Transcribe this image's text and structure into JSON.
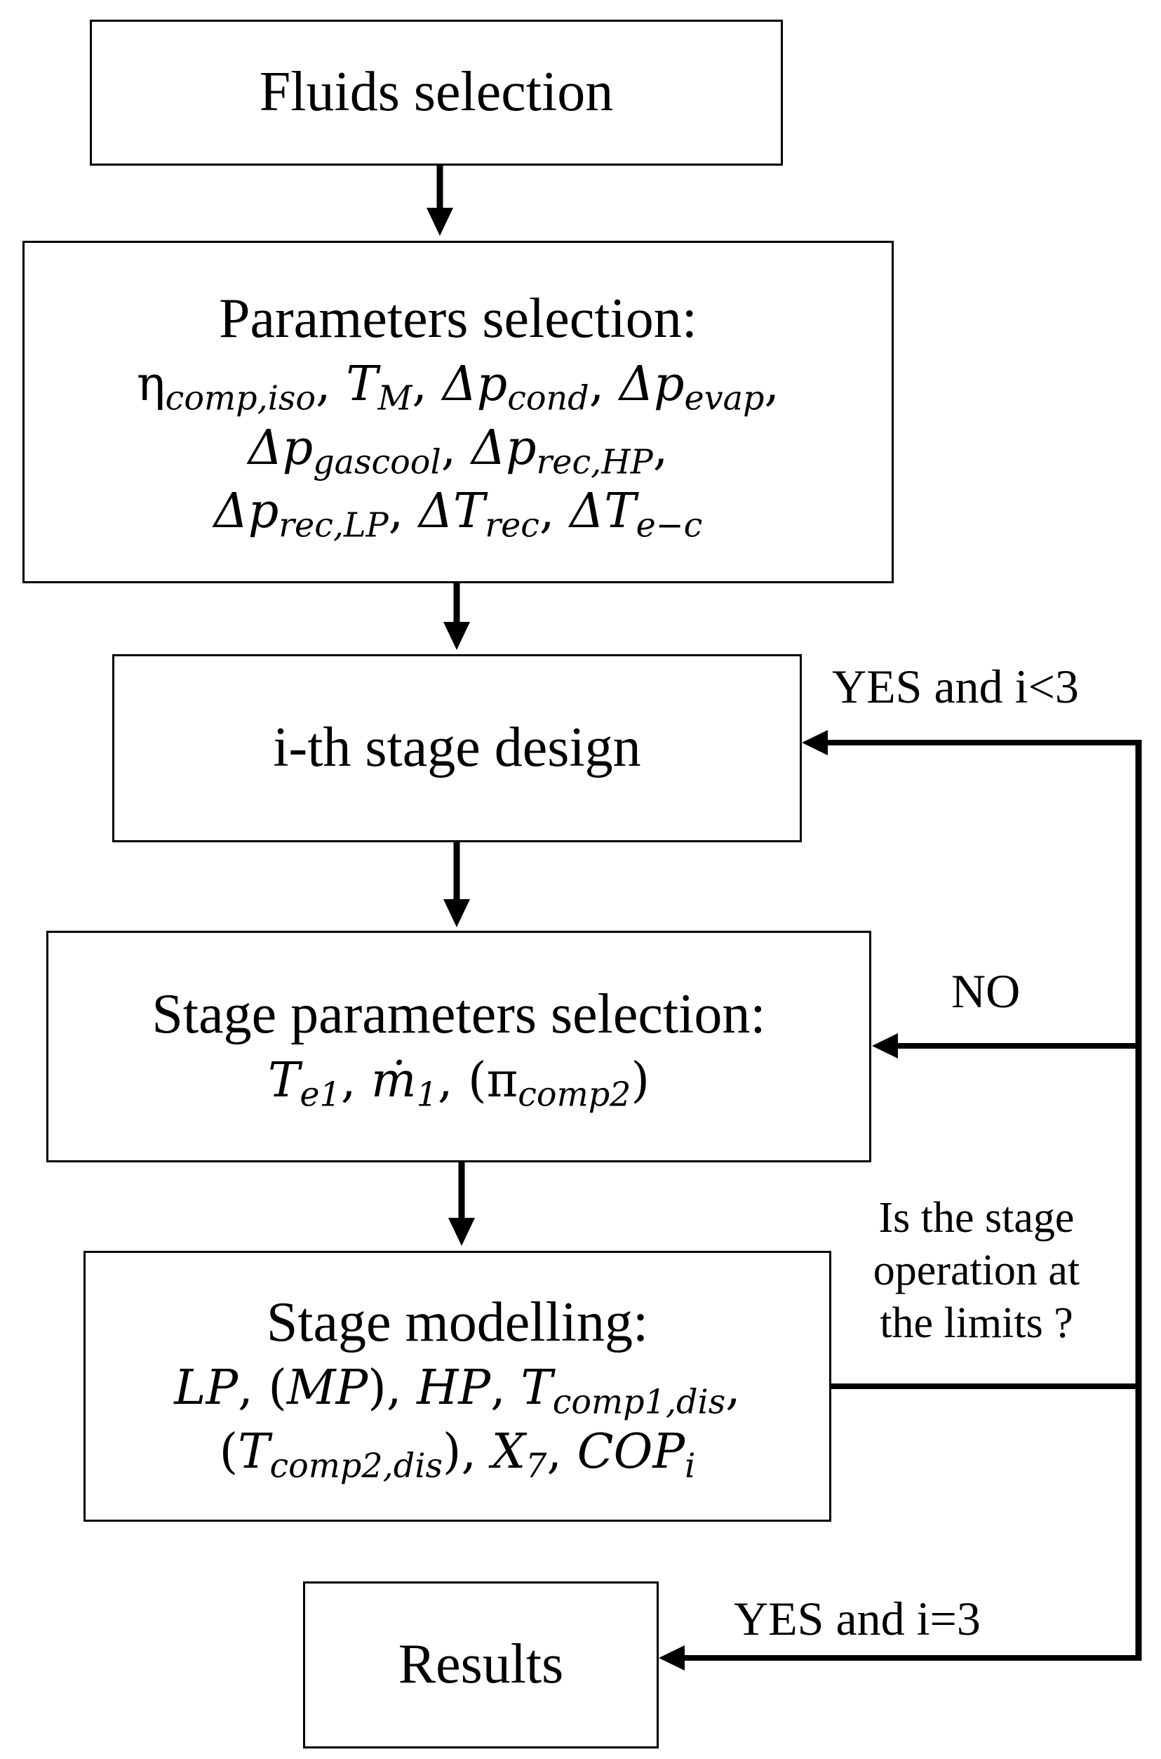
{
  "nodes": {
    "fluids_selection": {
      "label": "Fluids selection"
    },
    "parameters_selection": {
      "label": "Parameters selection:",
      "params": {
        "eta_comp_iso": {
          "sym": "η",
          "sub": "comp,iso"
        },
        "T_M": {
          "sym": "T",
          "sub": "M"
        },
        "dp_cond": {
          "sym": "Δp",
          "sub": "cond"
        },
        "dp_evap": {
          "sym": "Δp",
          "sub": "evap"
        },
        "dp_gascool": {
          "sym": "Δp",
          "sub": "gascool"
        },
        "dp_rec_HP": {
          "sym": "Δp",
          "sub": "rec,HP"
        },
        "dp_rec_LP": {
          "sym": "Δp",
          "sub": "rec,LP"
        },
        "dT_rec": {
          "sym": "ΔT",
          "sub": "rec"
        },
        "dT_e_c": {
          "sym": "ΔT",
          "sub": "e−c"
        }
      }
    },
    "stage_design": {
      "label": "i-th stage design"
    },
    "stage_parameters_selection": {
      "label": "Stage parameters selection:",
      "params": {
        "T_e1": {
          "sym": "T",
          "sub": "e1"
        },
        "m_dot_1": {
          "sym": "ṁ",
          "sub": "1"
        },
        "pi_comp2": {
          "sym": "π",
          "sub": "comp2"
        }
      }
    },
    "stage_modelling": {
      "label": "Stage modelling:",
      "params": {
        "LP": "LP",
        "MP": "MP",
        "HP": "HP",
        "T_comp1_dis": {
          "sym": "T",
          "sub": "comp1,dis"
        },
        "T_comp2_dis": {
          "sym": "T",
          "sub": "comp2,dis"
        },
        "X_7": {
          "sym": "X",
          "sub": "7"
        },
        "COP_i": {
          "sym": "COP",
          "sub": "i"
        }
      }
    },
    "results": {
      "label": "Results"
    }
  },
  "decision": {
    "question": [
      "Is the stage",
      "operation at",
      "the limits ?"
    ]
  },
  "edges": {
    "yes_i_lt_3": "YES and i<3",
    "no": "NO",
    "yes_i_eq_3": "YES and i=3"
  }
}
